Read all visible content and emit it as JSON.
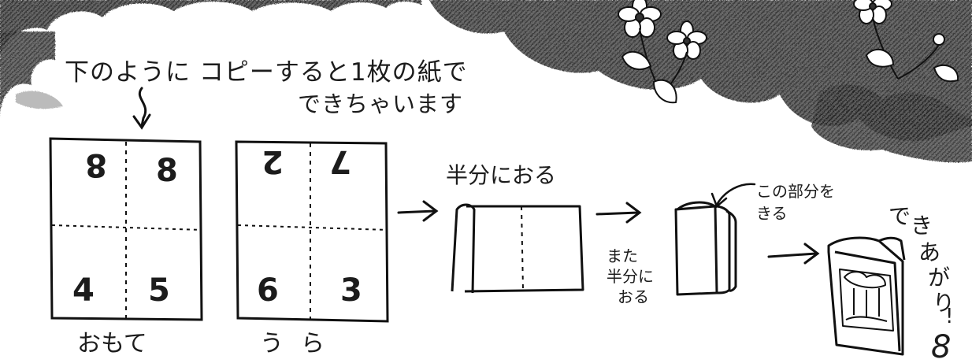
{
  "intro": {
    "line1": "下のように コピーすると1枚の紙で",
    "line2": "できちゃいます"
  },
  "sheets": {
    "front": {
      "caption": "おもて",
      "pages": [
        "8",
        "8",
        "4",
        "5"
      ]
    },
    "back": {
      "caption": "うら",
      "pages": [
        "2",
        "7",
        "6",
        "3"
      ]
    }
  },
  "steps": {
    "fold_half": "半分におる",
    "fold_again": [
      "また",
      "半分に",
      "おる"
    ],
    "cut_part": [
      "この部分を",
      "きる"
    ],
    "done": [
      "で",
      "き",
      "あ",
      "が",
      "り",
      "!"
    ]
  },
  "page_number": "8"
}
